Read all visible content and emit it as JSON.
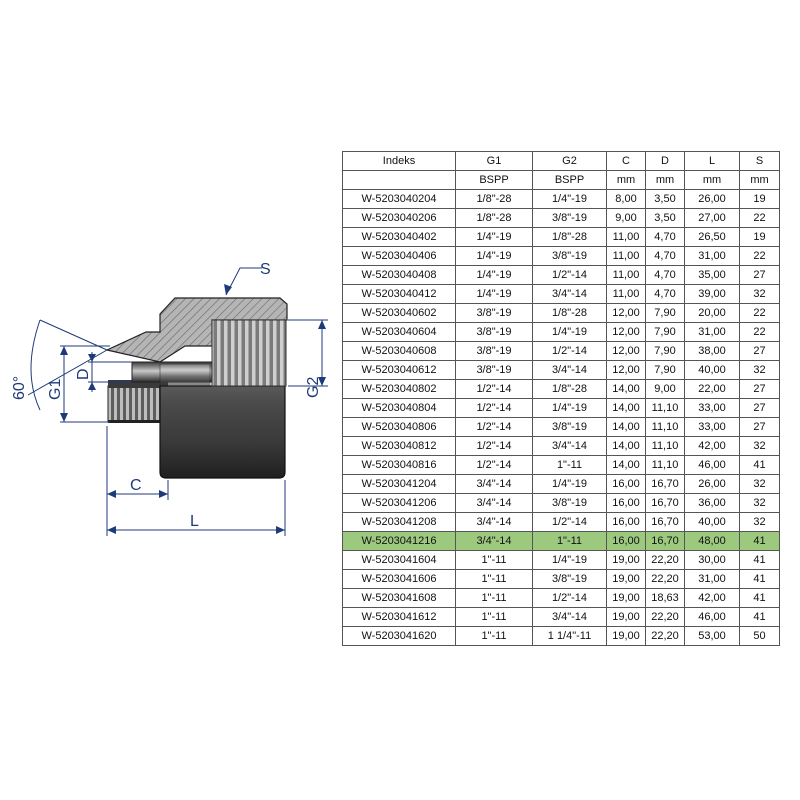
{
  "drawing": {
    "labels": {
      "s": "S",
      "angle": "60°",
      "g1": "G1",
      "d": "D",
      "g2": "G2",
      "c": "C",
      "l": "L"
    }
  },
  "table": {
    "headers": [
      "Indeks",
      "G1",
      "G2",
      "C",
      "D",
      "L",
      "S"
    ],
    "units": [
      "",
      "BSPP",
      "BSPP",
      "mm",
      "mm",
      "mm",
      "mm"
    ],
    "highlight_color": "#9cc97e",
    "rows": [
      [
        "W-5203040204",
        "1/8\"-28",
        "1/4\"-19",
        "8,00",
        "3,50",
        "26,00",
        "19"
      ],
      [
        "W-5203040206",
        "1/8\"-28",
        "3/8\"-19",
        "9,00",
        "3,50",
        "27,00",
        "22"
      ],
      [
        "W-5203040402",
        "1/4\"-19",
        "1/8\"-28",
        "11,00",
        "4,70",
        "26,50",
        "19"
      ],
      [
        "W-5203040406",
        "1/4\"-19",
        "3/8\"-19",
        "11,00",
        "4,70",
        "31,00",
        "22"
      ],
      [
        "W-5203040408",
        "1/4\"-19",
        "1/2\"-14",
        "11,00",
        "4,70",
        "35,00",
        "27"
      ],
      [
        "W-5203040412",
        "1/4\"-19",
        "3/4\"-14",
        "11,00",
        "4,70",
        "39,00",
        "32"
      ],
      [
        "W-5203040602",
        "3/8\"-19",
        "1/8\"-28",
        "12,00",
        "7,90",
        "20,00",
        "22"
      ],
      [
        "W-5203040604",
        "3/8\"-19",
        "1/4\"-19",
        "12,00",
        "7,90",
        "31,00",
        "22"
      ],
      [
        "W-5203040608",
        "3/8\"-19",
        "1/2\"-14",
        "12,00",
        "7,90",
        "38,00",
        "27"
      ],
      [
        "W-5203040612",
        "3/8\"-19",
        "3/4\"-14",
        "12,00",
        "7,90",
        "40,00",
        "32"
      ],
      [
        "W-5203040802",
        "1/2\"-14",
        "1/8\"-28",
        "14,00",
        "9,00",
        "22,00",
        "27"
      ],
      [
        "W-5203040804",
        "1/2\"-14",
        "1/4\"-19",
        "14,00",
        "11,10",
        "33,00",
        "27"
      ],
      [
        "W-5203040806",
        "1/2\"-14",
        "3/8\"-19",
        "14,00",
        "11,10",
        "33,00",
        "27"
      ],
      [
        "W-5203040812",
        "1/2\"-14",
        "3/4\"-14",
        "14,00",
        "11,10",
        "42,00",
        "32"
      ],
      [
        "W-5203040816",
        "1/2\"-14",
        "1\"-11",
        "14,00",
        "11,10",
        "46,00",
        "41"
      ],
      [
        "W-5203041204",
        "3/4\"-14",
        "1/4\"-19",
        "16,00",
        "16,70",
        "26,00",
        "32"
      ],
      [
        "W-5203041206",
        "3/4\"-14",
        "3/8\"-19",
        "16,00",
        "16,70",
        "36,00",
        "32"
      ],
      [
        "W-5203041208",
        "3/4\"-14",
        "1/2\"-14",
        "16,00",
        "16,70",
        "40,00",
        "32"
      ],
      [
        "W-5203041216",
        "3/4\"-14",
        "1\"-11",
        "16,00",
        "16,70",
        "48,00",
        "41"
      ],
      [
        "W-5203041604",
        "1\"-11",
        "1/4\"-19",
        "19,00",
        "22,20",
        "30,00",
        "41"
      ],
      [
        "W-5203041606",
        "1\"-11",
        "3/8\"-19",
        "19,00",
        "22,20",
        "31,00",
        "41"
      ],
      [
        "W-5203041608",
        "1\"-11",
        "1/2\"-14",
        "19,00",
        "18,63",
        "42,00",
        "41"
      ],
      [
        "W-5203041612",
        "1\"-11",
        "3/4\"-14",
        "19,00",
        "22,20",
        "46,00",
        "41"
      ],
      [
        "W-5203041620",
        "1\"-11",
        "1 1/4\"-11",
        "19,00",
        "22,20",
        "53,00",
        "50"
      ]
    ],
    "highlighted_index": "W-5203041216"
  }
}
